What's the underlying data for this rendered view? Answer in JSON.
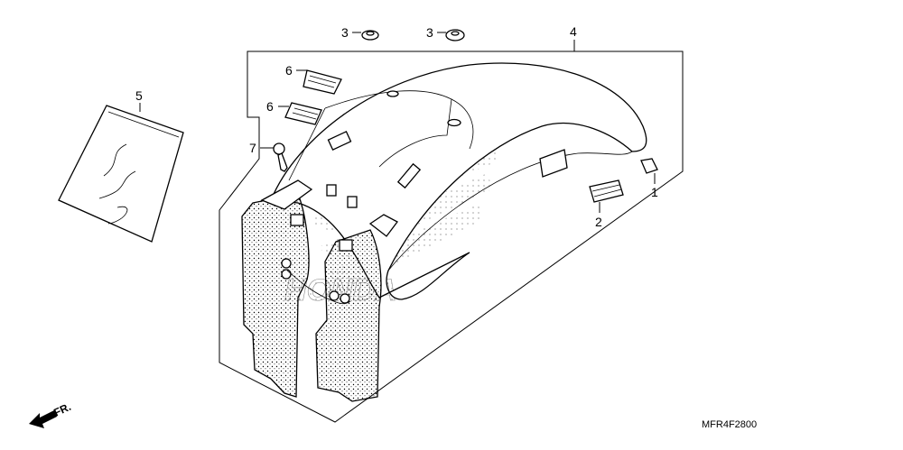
{
  "callouts": [
    {
      "id": "1",
      "label": "1"
    },
    {
      "id": "2",
      "label": "2"
    },
    {
      "id": "3a",
      "label": "3"
    },
    {
      "id": "3b",
      "label": "3"
    },
    {
      "id": "4",
      "label": "4"
    },
    {
      "id": "5",
      "label": "5"
    },
    {
      "id": "6a",
      "label": "6"
    },
    {
      "id": "6b",
      "label": "6"
    },
    {
      "id": "7",
      "label": "7"
    }
  ],
  "direction_label": "FR.",
  "diagram_code": "MFR4F2800",
  "watermark_text": "HONDA"
}
